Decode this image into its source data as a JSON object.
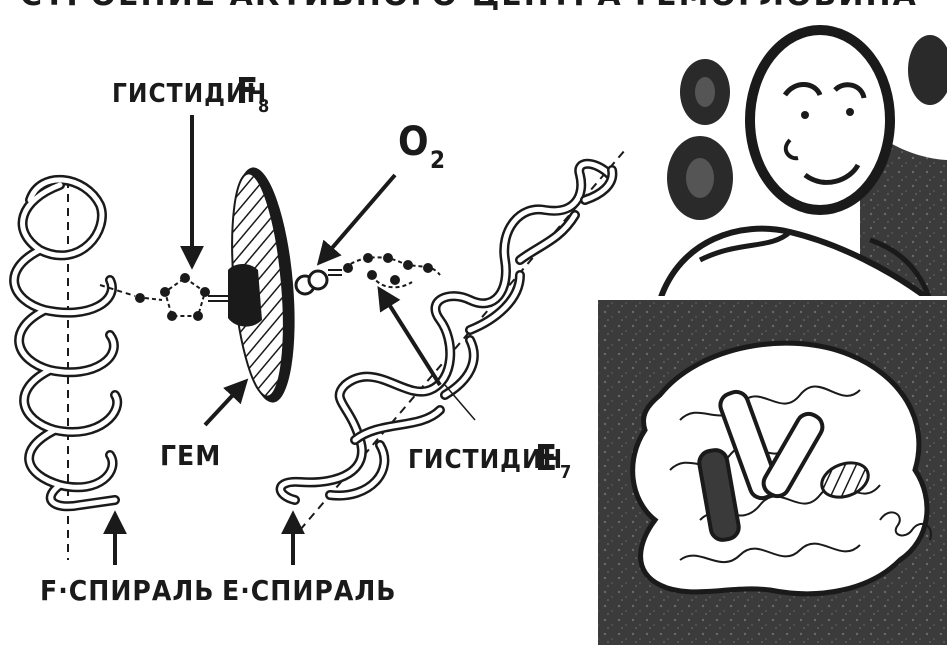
{
  "heading": "СТРОЕНИЕ АКТИВНОГО ЦЕНТРА ГЕМОГЛОБИНА",
  "labels": {
    "his_f8_text": "ГИСТИДИН",
    "his_f8_sub": "F",
    "his_f8_subscript": "8",
    "o2_text": "O",
    "o2_subscript": "2",
    "heme": "ГЕМ",
    "his_e7_text": "ГИСТИДИН",
    "his_e7_sub": "E",
    "his_e7_subscript": "7",
    "f_helix": "F·СПИРАЛЬ",
    "e_helix": "E·СПИРАЛЬ"
  },
  "colors": {
    "ink": "#1a1a1a",
    "paper": "#ffffff",
    "panel": "#3a3a3a"
  }
}
